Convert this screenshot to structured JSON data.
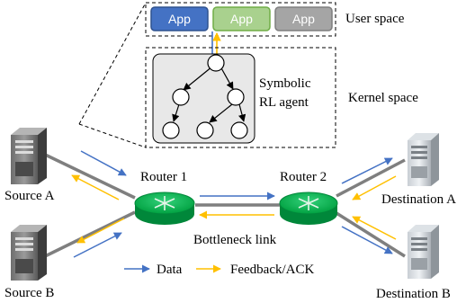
{
  "apps": [
    {
      "label": "App",
      "color": "#4472c4",
      "border": "#2f528f"
    },
    {
      "label": "App",
      "color": "#a9d18e",
      "border": "#70ad47"
    },
    {
      "label": "App",
      "color": "#a5a5a5",
      "border": "#7f7f7f"
    }
  ],
  "labels": {
    "user_space": "User space",
    "kernel_space": "Kernel space",
    "agent_line1": "Symbolic",
    "agent_line2": "RL agent",
    "router1": "Router 1",
    "router2": "Router 2",
    "source_a": "Source A",
    "source_b": "Source B",
    "dest_a": "Destination A",
    "dest_b": "Destination B",
    "bottleneck": "Bottleneck link"
  },
  "legend": {
    "data": "Data",
    "feedback": "Feedback/ACK"
  },
  "colors": {
    "data": "#4472c4",
    "feedback": "#ffc000",
    "router": "#00b050",
    "link": "#7f7f7f"
  }
}
